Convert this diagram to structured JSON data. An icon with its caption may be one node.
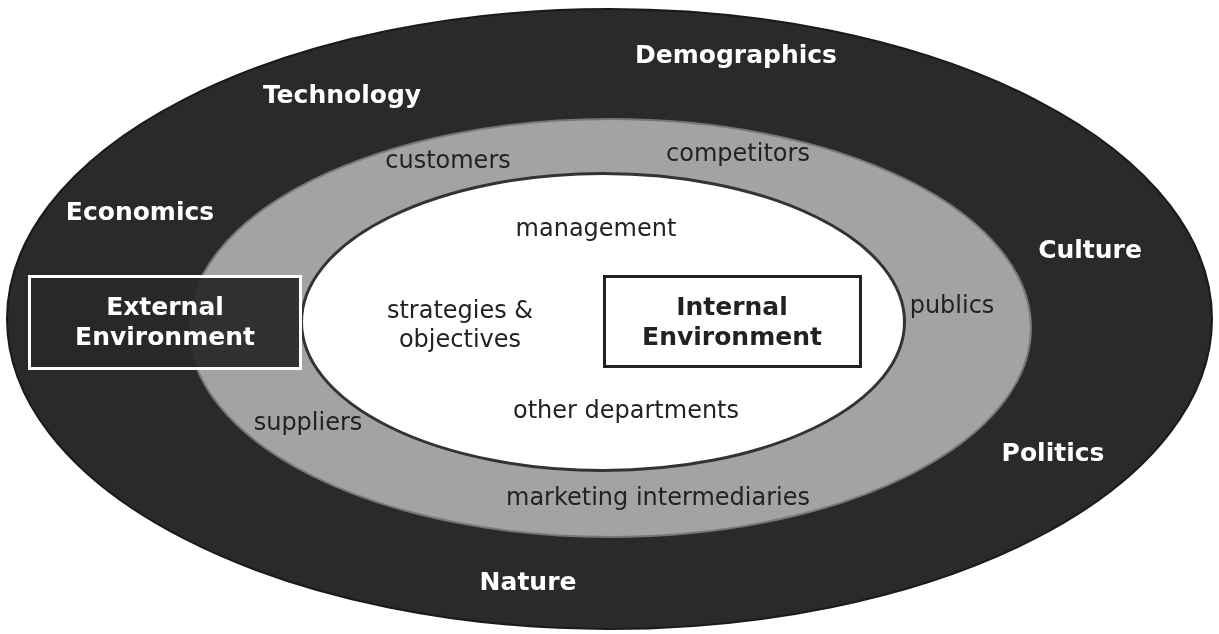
{
  "diagram": {
    "nodes": [
      {
        "text": [
          "Demographics",
          "Technology",
          "Economics",
          "Culture",
          "Politics",
          "Nature"
        ]
      },
      {
        "text": [
          "customers",
          "competitors",
          "publics",
          "suppliers",
          "marketing intermediaries"
        ],
        "in": 0
      },
      {
        "text": [
          "management",
          "strategies & objectives",
          "other departments"
        ],
        "in": 1
      },
      {
        "text": [
          "External Environment"
        ],
        "in": 0
      },
      {
        "text": [
          "Internal Environment"
        ],
        "in": 2
      }
    ],
    "edges": []
  }
}
